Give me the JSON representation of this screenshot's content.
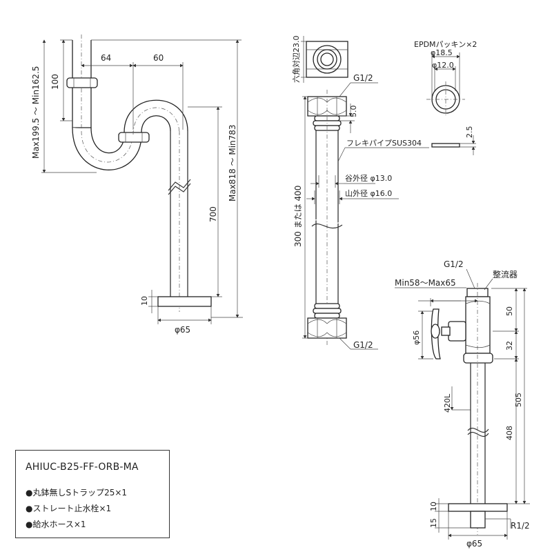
{
  "strap": {
    "dim_64": "64",
    "dim_60": "60",
    "dim_100": "100",
    "dim_max_left": "Max199.5 ～ Min162.5",
    "dim_max_right": "Max818 ～ Min783",
    "dim_700": "700",
    "dim_10": "10",
    "dim_phi65": "φ65"
  },
  "hose": {
    "hex_label": "六角対辺23.0",
    "g12_top": "G1/2",
    "dim_5": "5.0",
    "flex_label": "フレキパイプSUS304",
    "length_label": "300 または 400",
    "valley_label": "谷外径 φ13.0",
    "peak_label": "山外径 φ16.0",
    "g12_bottom": "G1/2"
  },
  "packing": {
    "title": "EPDMパッキン×2",
    "outer": "φ18.5",
    "inner": "φ12.0",
    "thickness": "2.5"
  },
  "valve": {
    "g12": "G1/2",
    "rectifier": "整流器",
    "range": "Min58～Max65",
    "dim_50": "50",
    "dim_56": "φ56",
    "dim_32": "32",
    "dim_420": "420L",
    "dim_505": "505",
    "dim_408": "408",
    "dim_15": "15",
    "dim_10": "10",
    "r12": "R1/2",
    "phi65": "φ65"
  },
  "spec": {
    "model": "AHIUC-B25-FF-ORB-MA",
    "items": [
      "●丸鉢無しSトラップ25×1",
      "●ストレート止水栓×1",
      "●給水ホース×1"
    ]
  }
}
